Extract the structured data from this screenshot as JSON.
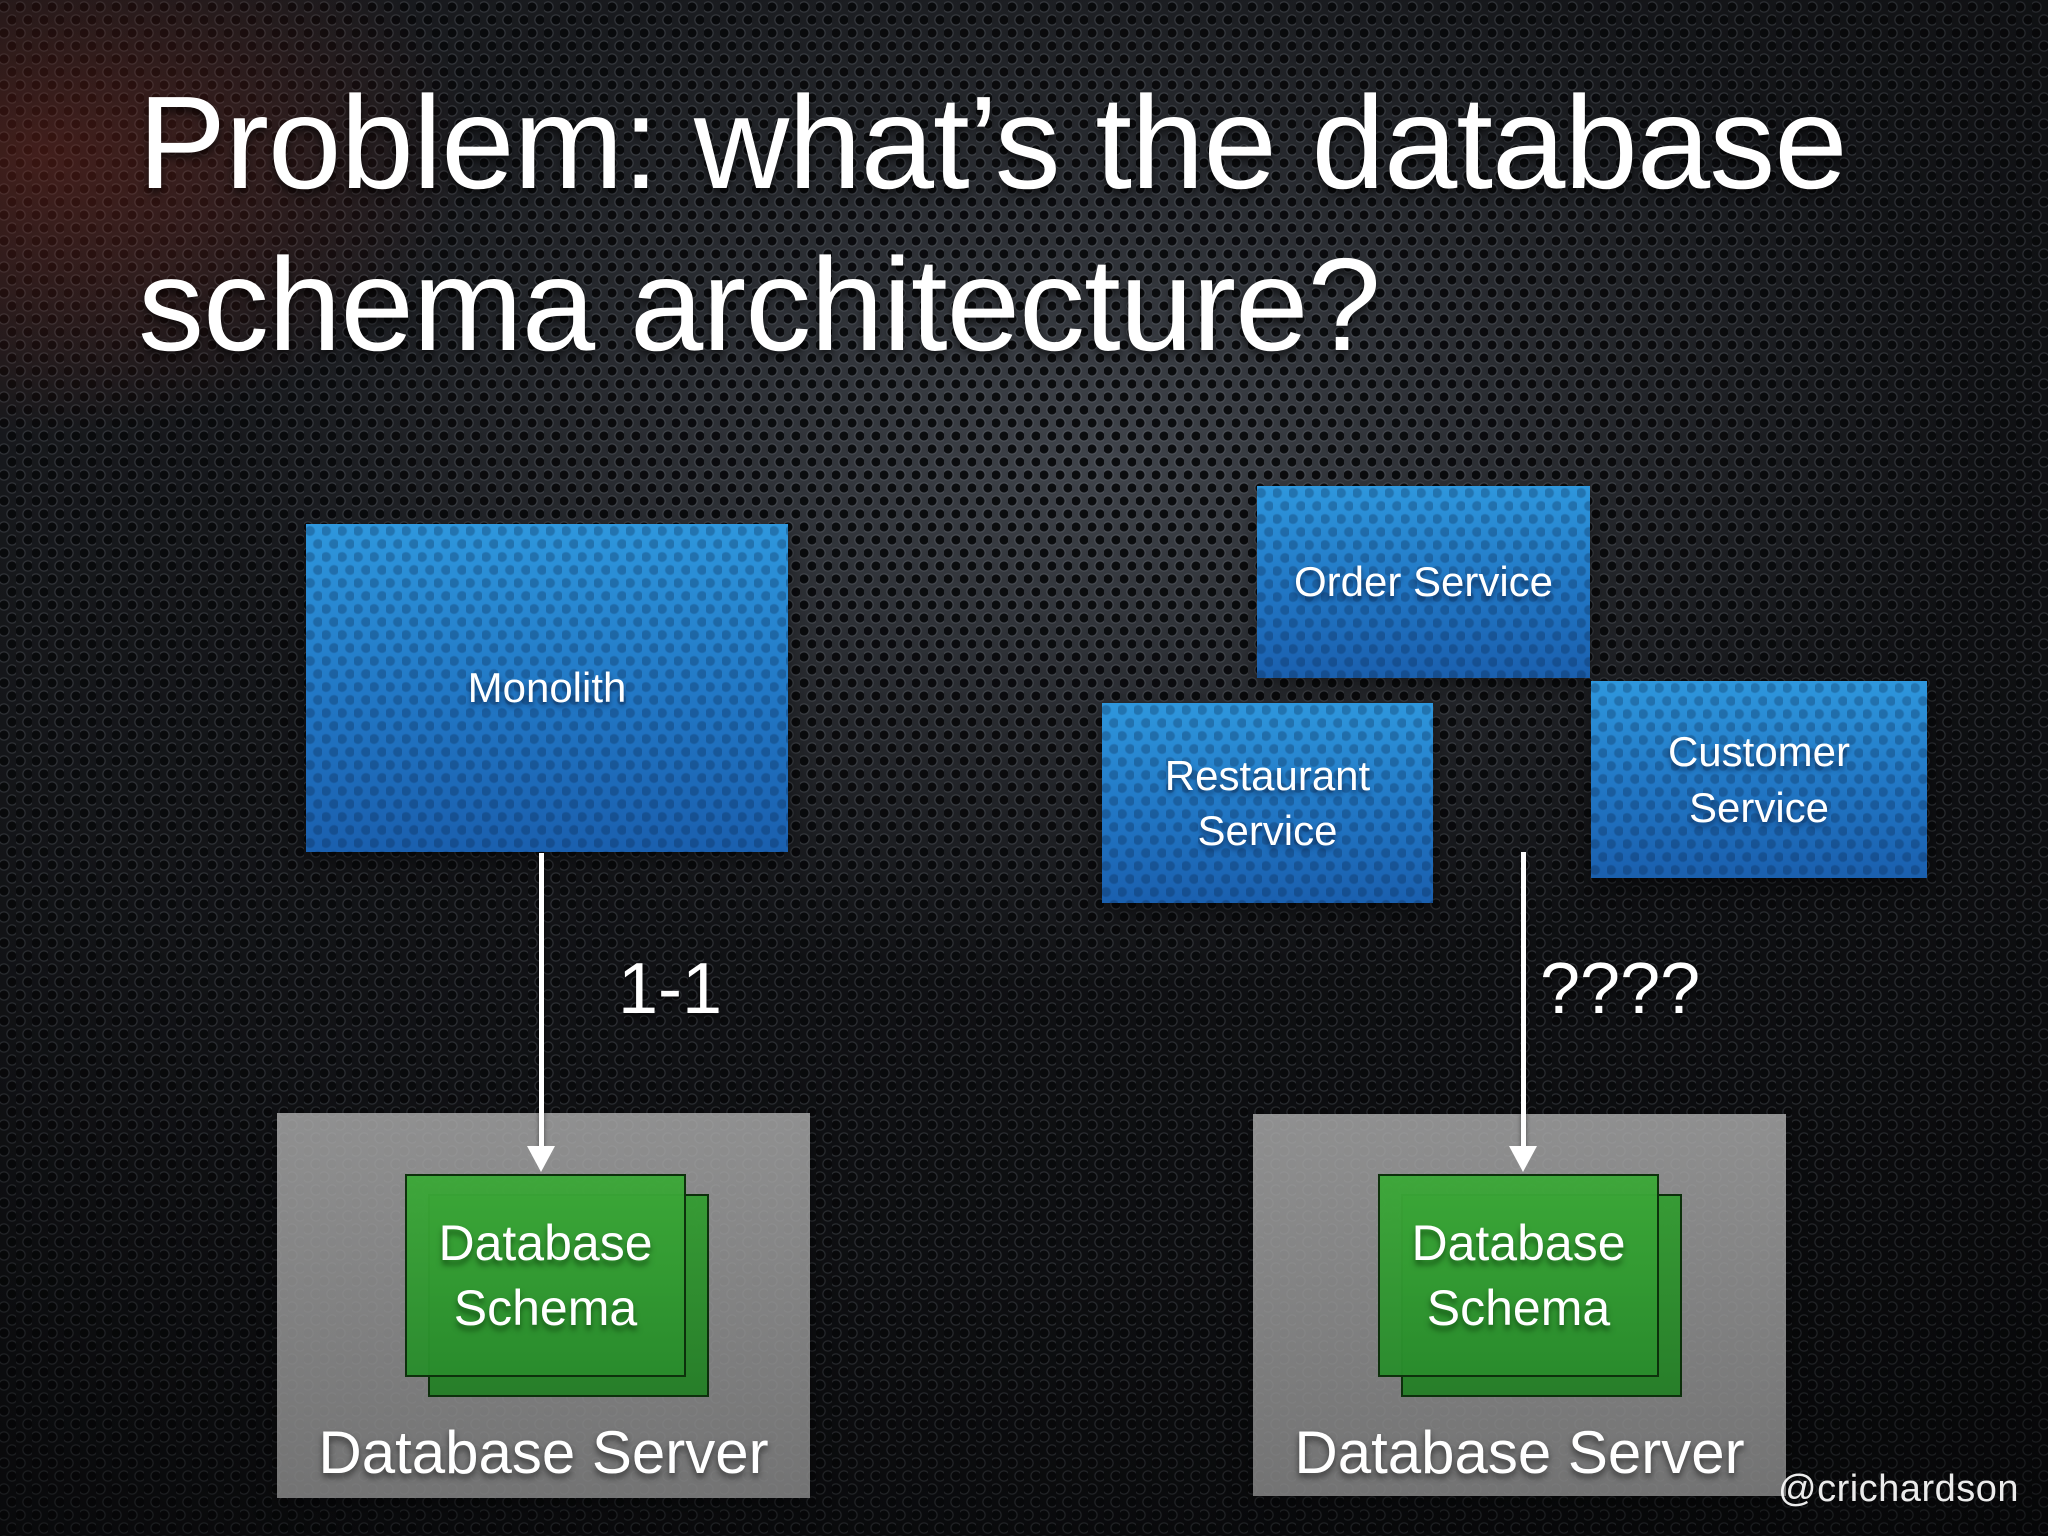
{
  "title": {
    "line1": "Problem: what’s the database",
    "line2": "schema architecture?"
  },
  "watermark": "@crichardson",
  "left_diagram": {
    "monolith": "Monolith",
    "relationship": "1-1",
    "schema": "Database\nSchema",
    "server": "Database Server"
  },
  "right_diagram": {
    "order_service": "Order Service",
    "restaurant_service": "Restaurant\nService",
    "customer_service": "Customer\nService",
    "relationship": "????",
    "schema": "Database\nSchema",
    "server": "Database Server"
  },
  "colors": {
    "service_box_top": "#2e97dd",
    "service_box_bottom": "#1a5fae",
    "schema_box_green": "#2f9e33",
    "server_box_gray": "#8f8f8f",
    "text": "#ffffff",
    "background": "#0a0b0d"
  }
}
